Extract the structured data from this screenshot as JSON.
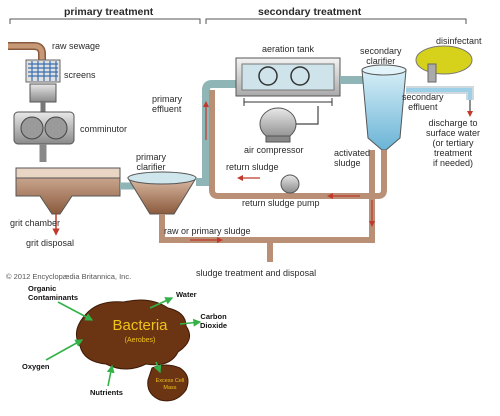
{
  "headers": {
    "primary": "primary treatment",
    "secondary": "secondary treatment"
  },
  "labels": {
    "raw_sewage": "raw sewage",
    "screens": "screens",
    "comminutor": "comminutor",
    "grit_chamber": "grit chamber",
    "grit_disposal": "grit disposal",
    "primary_clarifier": "primary\nclarifier",
    "primary_effluent": "primary\neffluent",
    "aeration_tank": "aeration tank",
    "air_compressor": "air compressor",
    "return_sludge": "return sludge",
    "activated_sludge": "activated\nsludge",
    "return_sludge_pump": "return sludge pump",
    "secondary_clarifier": "secondary\nclarifier",
    "disinfectant": "disinfectant",
    "secondary_effluent": "secondary\neffluent",
    "discharge": "discharge to\nsurface water\n(or tertiary\ntreatment\nif needed)",
    "raw_primary_sludge": "raw or primary sludge",
    "sludge_treatment": "sludge treatment and disposal",
    "copyright": "© 2012 Encyclopædia Britannica, Inc."
  },
  "bacteria": {
    "center_title": "Bacteria",
    "center_sub": "(Aerobes)",
    "organic": "Organic\nContaminants",
    "water": "Water",
    "carbon": "Carbon\nDioxide",
    "oxygen": "Oxygen",
    "nutrients": "Nutrients",
    "excess": "Excess Cell\nMass"
  },
  "colors": {
    "pipe": "#8fb5b7",
    "sludge": "#b98f76",
    "water": "#9dd0e6",
    "arrow_red": "#c0392b",
    "bacteria": "#6b3412",
    "bacteria_text": "#f0c419",
    "green": "#33b24a"
  }
}
